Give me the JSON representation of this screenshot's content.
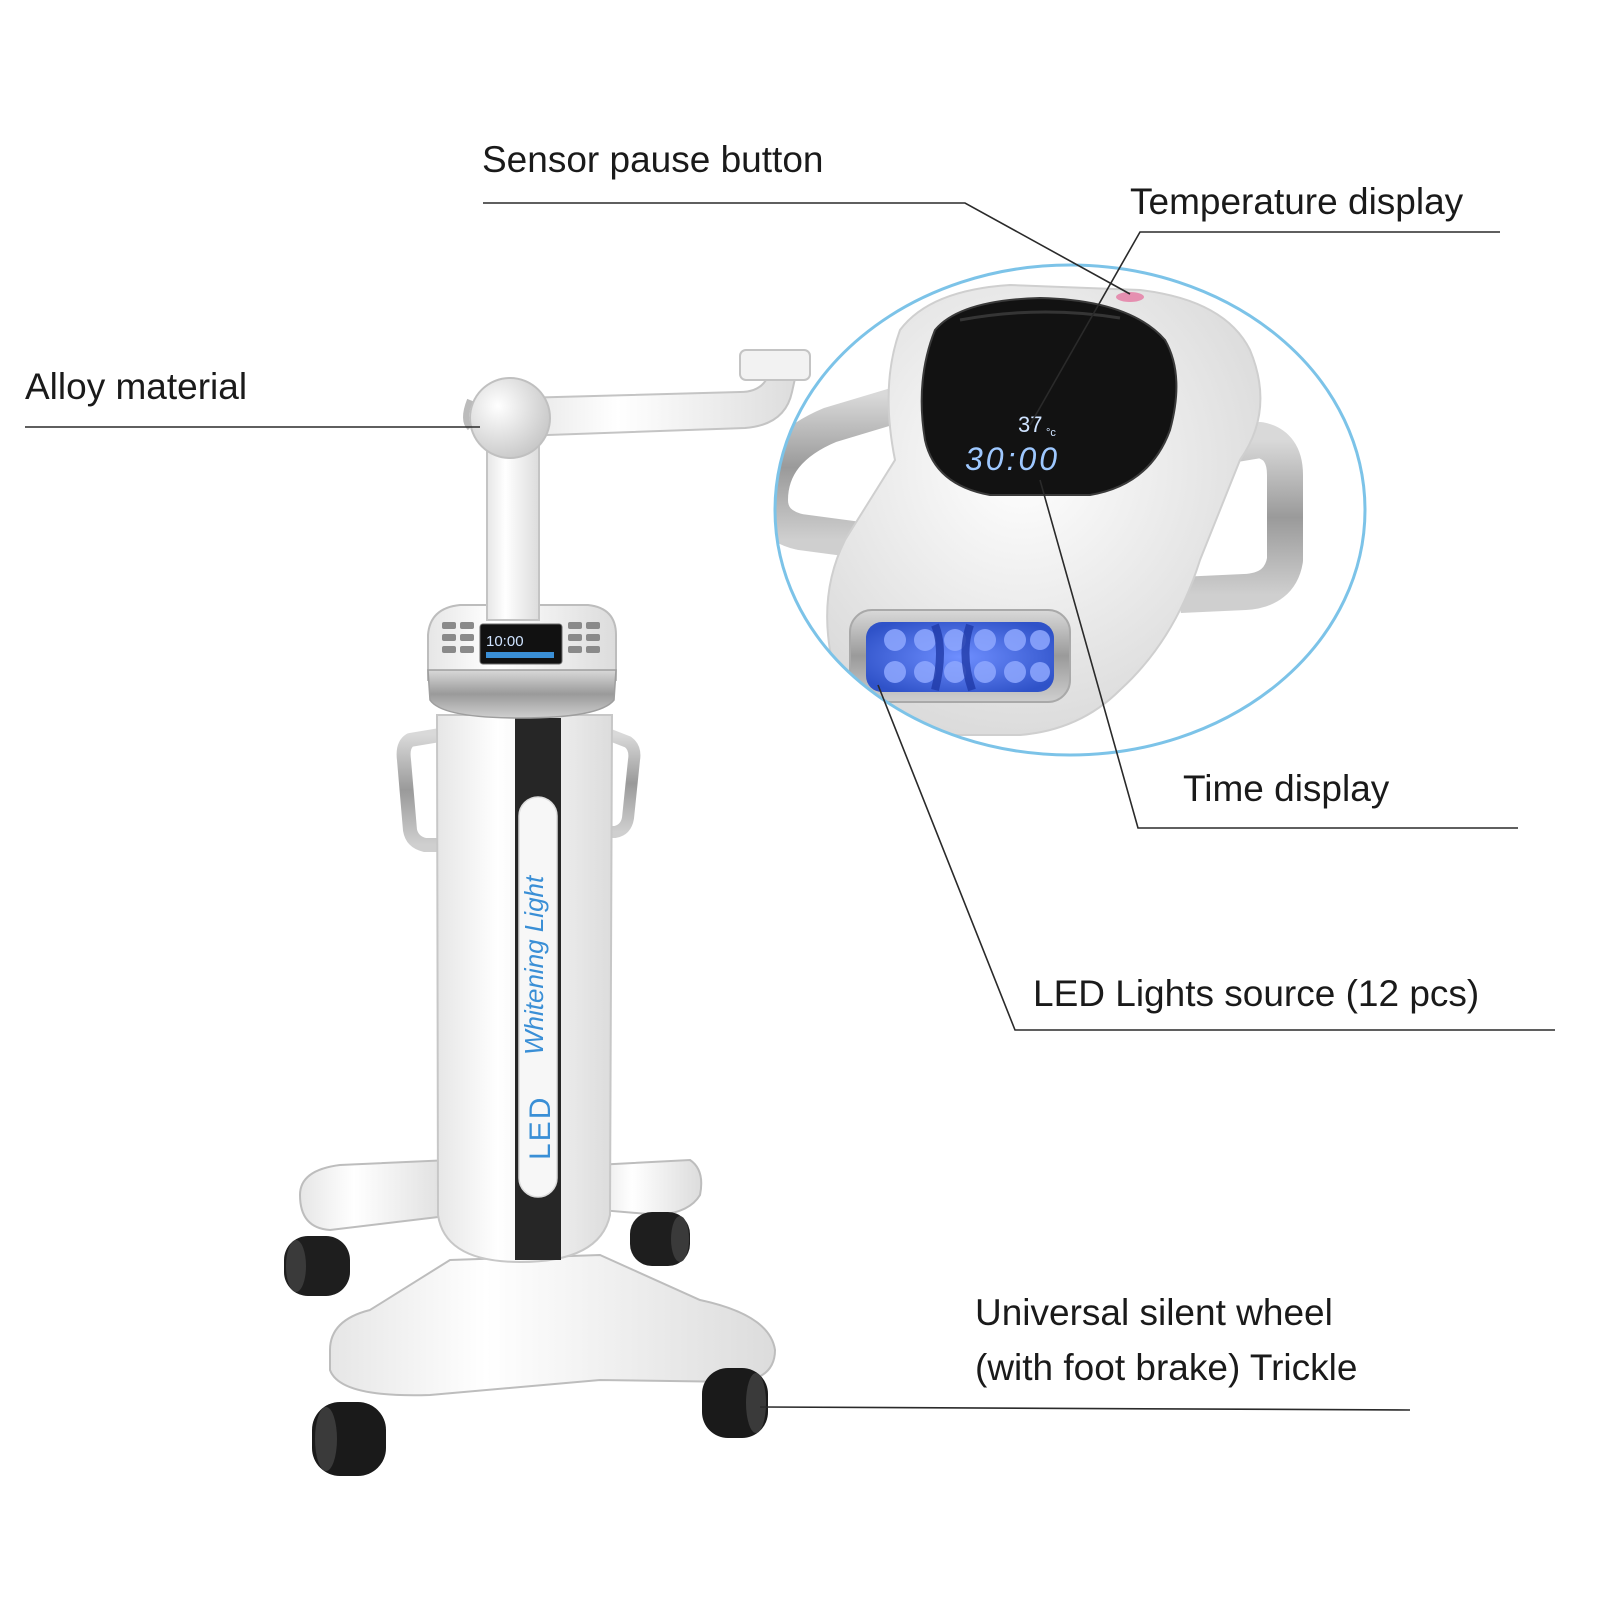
{
  "callouts": {
    "sensor_pause_button": "Sensor pause button",
    "temperature_display": "Temperature display",
    "alloy_material": "Alloy material",
    "time_display": "Time display",
    "led_lights_source": "LED Lights source (12 pcs)",
    "universal_wheel_line1": "Universal silent wheel",
    "universal_wheel_line2": "(with foot brake) Trickle"
  },
  "device": {
    "head_temperature": "37",
    "head_temperature_unit": "°c",
    "head_timer": "30:00",
    "panel_timer": "10:00",
    "column_brand_script": "Whitening Light",
    "column_label": "LED"
  },
  "colors": {
    "zoom_ring": "#7cc3e8",
    "led_blue": "#3f6fe6",
    "display_blue": "#9ec8ff",
    "body_white": "#f4f4f4",
    "accent_black": "#222222",
    "column_text_blue": "#3a8fd6"
  }
}
